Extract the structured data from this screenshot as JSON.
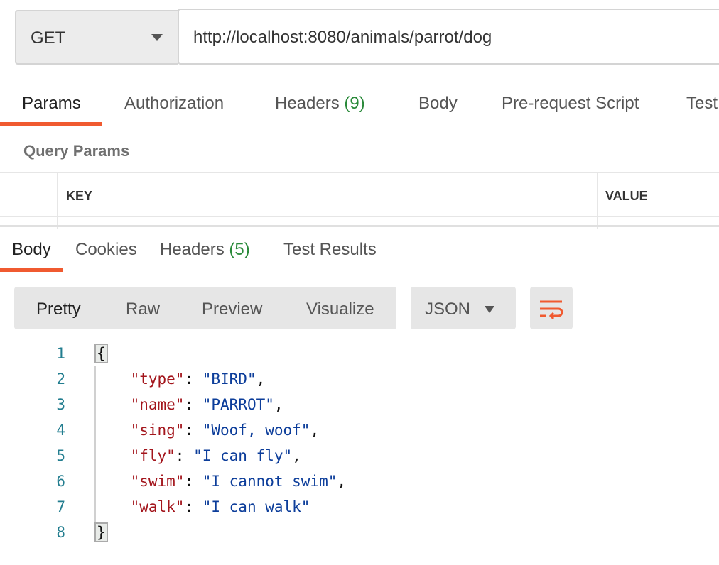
{
  "request": {
    "method": "GET",
    "url": "http://localhost:8080/animals/parrot/dog"
  },
  "request_tabs": [
    {
      "label": "Params"
    },
    {
      "label": "Authorization"
    },
    {
      "label": "Headers",
      "count": "(9)"
    },
    {
      "label": "Body"
    },
    {
      "label": "Pre-request Script"
    },
    {
      "label": "Test"
    }
  ],
  "query_params": {
    "title": "Query Params",
    "columns": [
      "KEY",
      "VALUE"
    ]
  },
  "response_tabs": [
    {
      "label": "Body"
    },
    {
      "label": "Cookies"
    },
    {
      "label": "Headers",
      "count": "(5)"
    },
    {
      "label": "Test Results"
    }
  ],
  "view_modes": [
    "Pretty",
    "Raw",
    "Preview",
    "Visualize"
  ],
  "format": "JSON",
  "wrap_icon": "wrap-lines-icon",
  "accent": "#f05a30",
  "code": {
    "line_numbers": [
      "1",
      "2",
      "3",
      "4",
      "5",
      "6",
      "7",
      "8"
    ],
    "open": "{",
    "close": "}",
    "pairs": [
      {
        "key": "\"type\"",
        "value": "\"BIRD\"",
        "sep": ","
      },
      {
        "key": "\"name\"",
        "value": "\"PARROT\"",
        "sep": ","
      },
      {
        "key": "\"sing\"",
        "value": "\"Woof, woof\"",
        "sep": ","
      },
      {
        "key": "\"fly\"",
        "value": "\"I can fly\"",
        "sep": ","
      },
      {
        "key": "\"swim\"",
        "value": "\"I cannot swim\"",
        "sep": ","
      },
      {
        "key": "\"walk\"",
        "value": "\"I can walk\"",
        "sep": ""
      }
    ]
  }
}
